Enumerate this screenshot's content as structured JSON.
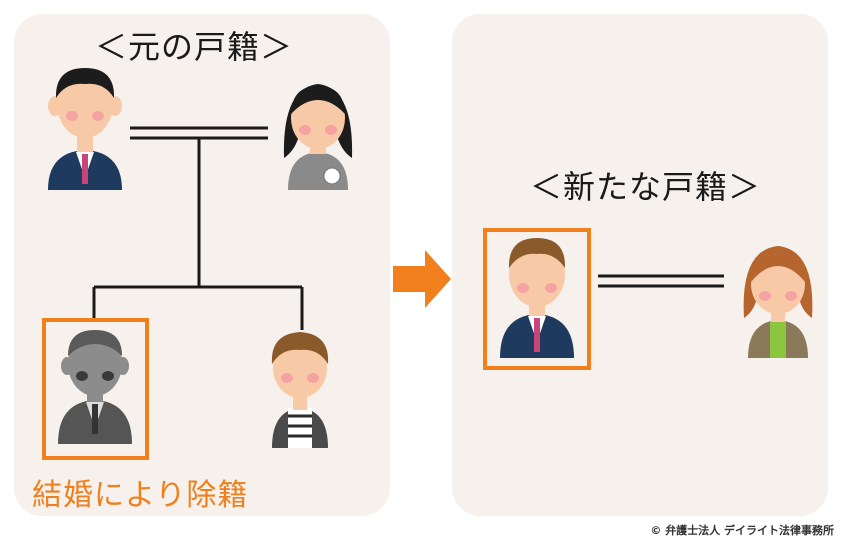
{
  "colors": {
    "panel_bg": "#f6f1ec",
    "accent": "#f07f1c",
    "line": "#1a1a1a",
    "skin": "#f8c9a6",
    "cheek": "#f4a3a2"
  },
  "left_panel": {
    "title": "＜元の戸籍＞",
    "caption": "結婚により除籍"
  },
  "right_panel": {
    "title": "＜新たな戸籍＞"
  },
  "icons": {
    "father": "man-in-suit-icon",
    "mother": "woman-icon",
    "removed_son": "greyed-man-icon",
    "sibling": "boy-icon",
    "husband": "man-in-suit-icon",
    "wife": "woman-icon",
    "arrow": "arrow-right-icon"
  },
  "copyright": "© 弁護士法人 デイライト法律事務所"
}
